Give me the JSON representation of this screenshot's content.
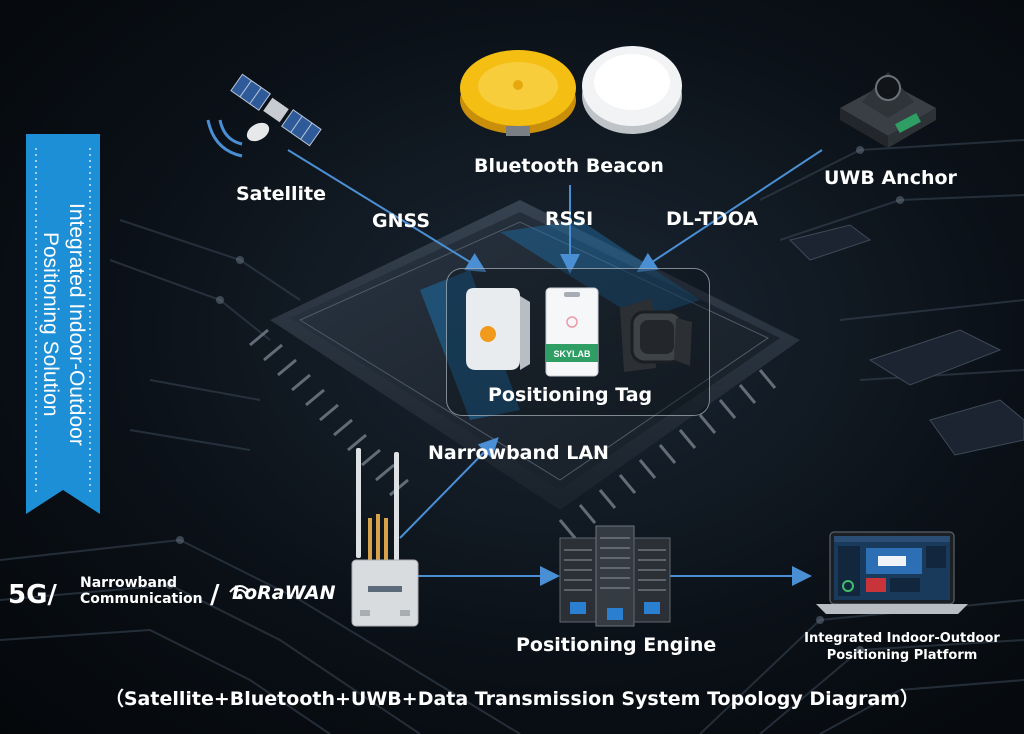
{
  "banner": {
    "line1": "Integrated Indoor-Outdoor",
    "line2": "Positioning Solution"
  },
  "nodes": {
    "satellite": "Satellite",
    "bluetooth_beacon": "Bluetooth Beacon",
    "uwb_anchor": "UWB Anchor",
    "positioning_tag": "Positioning Tag",
    "positioning_engine": "Positioning Engine",
    "platform_line1": "Integrated Indoor-Outdoor",
    "platform_line2": "Positioning Platform"
  },
  "links": {
    "gnss": "GNSS",
    "rssi": "RSSI",
    "dltdoa": "DL-TDOA",
    "narrowband_lan": "Narrowband LAN"
  },
  "comms": {
    "fiveg": "5G/",
    "narrowband": "Narrowband",
    "communication": "Communication",
    "slash": "/",
    "lorawan": "LoRaWAN"
  },
  "device_text": {
    "skylab": "SKYLAB"
  },
  "caption": "（Satellite+Bluetooth+UWB+Data Transmission System Topology Diagram）",
  "colors": {
    "banner": "#1d8fd6",
    "arrow": "#4a8fd4",
    "beacon_yellow": "#f4bf12",
    "tag_orange": "#f29a1c"
  }
}
